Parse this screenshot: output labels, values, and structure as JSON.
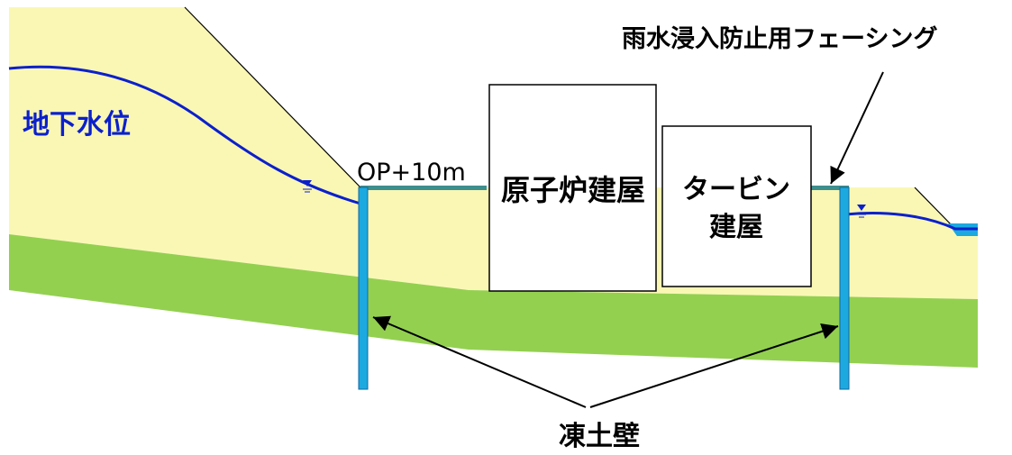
{
  "labels": {
    "groundwater": "地下水位",
    "elevation": "OP+10m",
    "reactor_building": "原子炉建屋",
    "turbine_building_line1": "タービン",
    "turbine_building_line2": "建屋",
    "fencing": "雨水浸入防止用フェーシング",
    "frozen_wall": "凍土壁"
  },
  "colors": {
    "soil_upper": "#FAF7B4",
    "soil_lower": "#93D050",
    "groundwater": "#0B20CC",
    "frozen_wall": "#1CA9E0",
    "sea": "#1CA9E0",
    "facing": "#3E8E8E",
    "building_fill": "#FFFFFF",
    "outline": "#000000"
  }
}
